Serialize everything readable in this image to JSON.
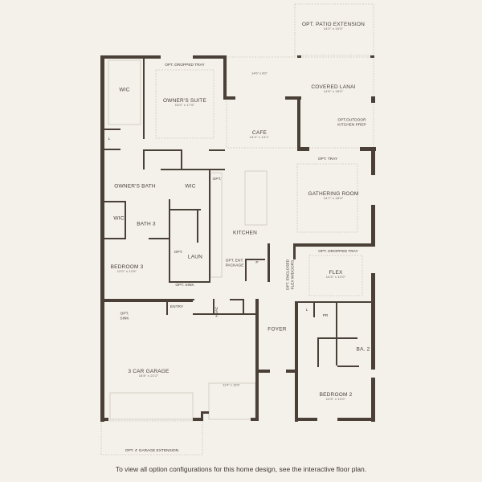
{
  "colors": {
    "background": "#f3f1ea",
    "wall": "#4a4038",
    "thin_line": "#cfc9bd"
  },
  "rooms": {
    "patio_ext": {
      "name": "OPT. PATIO EXTENSION",
      "dim": "14'0\" x 10'0\""
    },
    "owners_suite": {
      "name": "OWNER'S SUITE",
      "dim": "15'0\" x 17'6\""
    },
    "lanai_ext_dim": "14'6\" x 8'0\"",
    "covered_lanai": {
      "name": "COVERED LANAI",
      "dim": "14'6\" x 18'0\""
    },
    "cafe": {
      "name": "CAFE",
      "dim": "14'4\" x 14'1\""
    },
    "gathering": {
      "name": "GATHERING ROOM",
      "dim": "14'7\" x 18'0\""
    },
    "bedroom3": {
      "name": "BEDROOM 3",
      "dim": "12'0\" x 12'6\""
    },
    "flex": {
      "name": "FLEX",
      "dim": "14'5\" x 12'0\""
    },
    "garage": {
      "name": "3 CAR GARAGE",
      "dim": "18'8\" x 21'2\""
    },
    "garage_bay_dim": "11'4\" x 19'3\"",
    "bedroom2": {
      "name": "BEDROOM 2",
      "dim": "14'5\" x 12'0\""
    }
  },
  "labels": {
    "wic1": "WIC",
    "opt_dropped_tray": "OPT. DROPPED TRAY",
    "opt_outdoor_kitchen": "OPT.OUTDOOR\nKITCHEN PREP",
    "l1": "L",
    "owners_bath": "OWNER'S BATH",
    "wic2": "WIC",
    "opt": "OPT.",
    "opt_tray": "OPT. TRAY",
    "wic3": "WIC",
    "bath3": "BATH 3",
    "kitchen": "KITCHEN",
    "opt2": "OPT.",
    "laun": "LAUN",
    "opt_ent_package": "OPT. ENT.\nPACKAGE",
    "p": "P",
    "opt_enclosed_flex": "OPT. ENCLOSED\nFLEX W/DOORS",
    "opt_dropped_tray2": "OPT. DROPPED TRAY",
    "opt_sink": "OPT. SINK",
    "opt_sink2": "OPT.\nSINK",
    "entry": "ENTRY",
    "hvac": "HVAC",
    "foyer": "FOYER",
    "l2": "L",
    "pr": "PR",
    "ba2": "BA. 2",
    "garage_ext": "OPT. 4' GARAGE EXTENSION"
  },
  "caption": "To view all option configurations for this home design, see the interactive floor plan."
}
